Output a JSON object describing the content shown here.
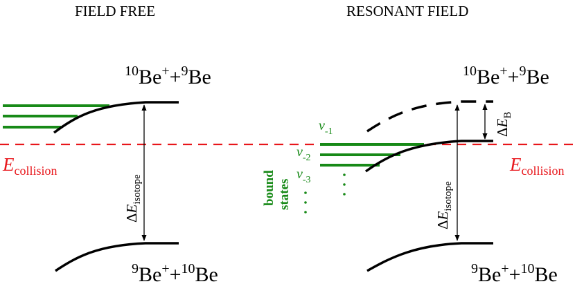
{
  "left_panel": {
    "title": "FIELD FREE",
    "upper_asymptote": {
      "mass_a": "10",
      "ion_a": "Be",
      "charge": "+",
      "plus": "+",
      "mass_b": "9",
      "ion_b": "Be"
    },
    "lower_asymptote": {
      "mass_a": "9",
      "ion_a": "Be",
      "charge": "+",
      "plus": "+",
      "mass_b": "10",
      "ion_b": "Be"
    },
    "energy_gap": {
      "delta": "Δ",
      "symbol": "E",
      "subscript": "isotope"
    },
    "collision_energy": {
      "symbol": "E",
      "subscript": "collision"
    }
  },
  "right_panel": {
    "title": "RESONANT FIELD",
    "upper_asymptote": {
      "mass_a": "10",
      "ion_a": "Be",
      "charge": "+",
      "plus": "+",
      "mass_b": "9",
      "ion_b": "Be"
    },
    "lower_asymptote": {
      "mass_a": "9",
      "ion_a": "Be",
      "charge": "+",
      "plus": "+",
      "mass_b": "10",
      "ion_b": "Be"
    },
    "energy_gap": {
      "delta": "Δ",
      "symbol": "E",
      "subscript": "isotope"
    },
    "zeeman_shift": {
      "delta": "Δ",
      "symbol": "E",
      "subscript": "B"
    },
    "collision_energy": {
      "symbol": "E",
      "subscript": "collision"
    },
    "vibrational_levels": [
      {
        "symbol": "v",
        "subscript": "-1"
      },
      {
        "symbol": "v",
        "subscript": "-2"
      },
      {
        "symbol": "v",
        "subscript": "-3"
      }
    ],
    "bound_states_label": {
      "line1": "bound",
      "line2": "states"
    }
  },
  "colors": {
    "curves": "#000000",
    "collision_line": "#e8161b",
    "bound_states": "#188a18"
  }
}
